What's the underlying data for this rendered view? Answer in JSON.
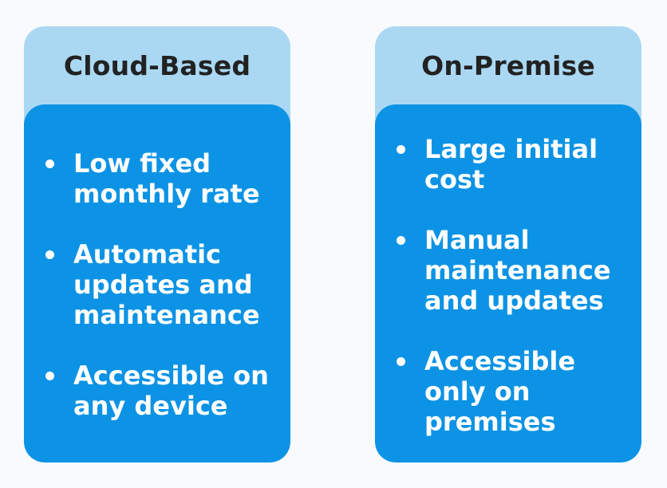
{
  "columns": [
    {
      "title": "Cloud-Based",
      "items": [
        "Low fixed\nmonthly rate",
        "Automatic\nupdates and\nmaintenance",
        "Accessible on\nany device"
      ]
    },
    {
      "title": "On-Premise",
      "items": [
        "Large initial\ncost",
        "Manual\nmaintenance\nand updates",
        "Accessible\nonly on\npremises"
      ]
    }
  ],
  "colors": {
    "background": "#f8fafd",
    "header": "#aad8f3",
    "body": "#0c93e5",
    "title_text": "#222222",
    "item_text": "#ffffff"
  }
}
